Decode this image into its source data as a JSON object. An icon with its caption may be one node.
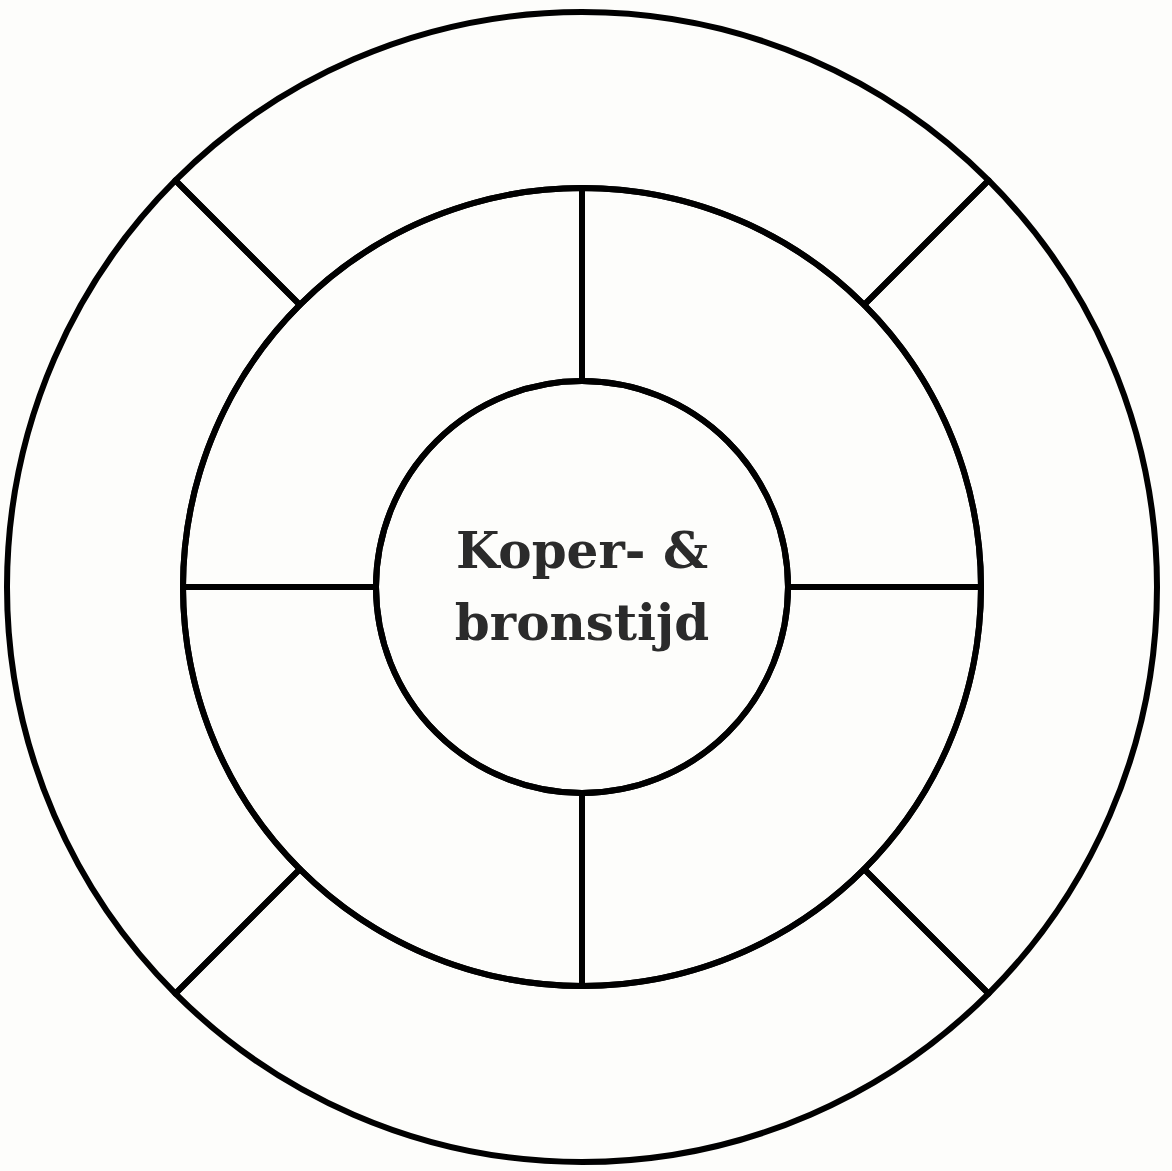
{
  "diagram": {
    "nodes": [
      {
        "text": [
          "Koper- & bronstijd"
        ]
      },
      {
        "text": [],
        "shape": "segment"
      },
      {
        "text": [],
        "shape": "segment"
      },
      {
        "text": [],
        "shape": "segment"
      },
      {
        "text": [],
        "shape": "segment"
      },
      {
        "text": [],
        "shape": "segment"
      },
      {
        "text": [],
        "shape": "segment"
      },
      {
        "text": [],
        "shape": "segment"
      },
      {
        "text": [],
        "shape": "segment"
      }
    ]
  }
}
